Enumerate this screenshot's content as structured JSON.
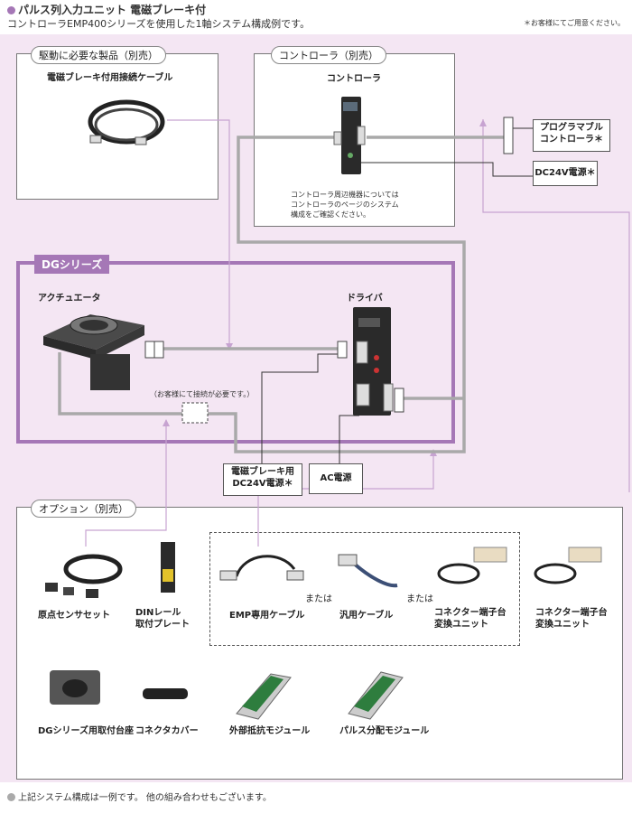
{
  "header": {
    "title": "パルス列入力ユニット 電磁ブレーキ付",
    "subtitle": "コントローラEMP400シリーズを使用した1軸システム構成例です。",
    "note": "＊お客様にてご用意ください。"
  },
  "sections": {
    "required": {
      "label": "駆動に必要な製品（別売）",
      "item": "電磁ブレーキ付用接続ケーブル"
    },
    "controller": {
      "label": "コントローラ（別売）",
      "title": "コントローラ",
      "note": "コントローラ周辺機器については\nコントローラのページのシステム\n構成をご確認ください。"
    },
    "dg": {
      "label": "DGシリーズ",
      "actuator": "アクチュエータ",
      "driver": "ドライバ",
      "connect_note": "（お客様にて接続が必要です。）"
    },
    "options": {
      "label": "オプション（別売）",
      "or_label": "または",
      "items": [
        {
          "label": "原点センサセット"
        },
        {
          "label": "DINレール\n取付プレート"
        },
        {
          "label": "EMP専用ケーブル"
        },
        {
          "label": "汎用ケーブル"
        },
        {
          "label": "コネクター端子台\n変換ユニット"
        },
        {
          "label": "コネクター端子台\n変換ユニット"
        },
        {
          "label": "DGシリーズ用取付台座"
        },
        {
          "label": "コネクタカバー"
        },
        {
          "label": "外部抵抗モジュール"
        },
        {
          "label": "パルス分配モジュール"
        }
      ]
    }
  },
  "external": {
    "plc": "プログラマブル\nコントローラ＊",
    "dc24v": "DC24V電源＊",
    "brake_power": "電磁ブレーキ用\nDC24V電源＊",
    "ac_power": "AC電源"
  },
  "footer": "上記システム構成は一例です。 他の組み合わせもございます。",
  "colors": {
    "accent": "#a577b6",
    "background": "#f4e6f3",
    "cable": "#a9a9a9",
    "thin_line": "#c7a3d1"
  }
}
